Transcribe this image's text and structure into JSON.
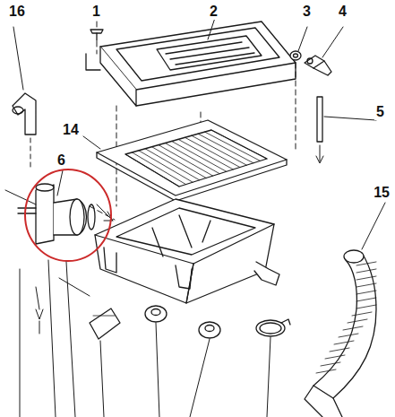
{
  "diagram": {
    "labels": [
      "16",
      "1",
      "2",
      "3",
      "4",
      "5",
      "15",
      "14",
      "6"
    ]
  }
}
